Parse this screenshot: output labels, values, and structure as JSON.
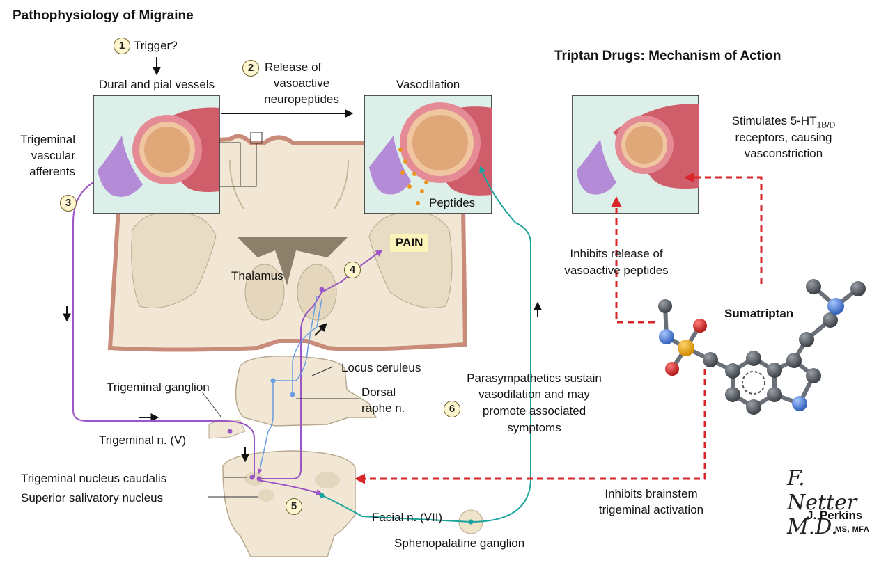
{
  "title": "Pathophysiology of Migraine",
  "triptan_title": "Triptan Drugs: Mechanism of Action",
  "steps": {
    "s1": {
      "num": "1",
      "label": "Trigger?"
    },
    "s2": {
      "num": "2",
      "label_lines": [
        "Release of",
        "vasoactive",
        "neuropeptides"
      ]
    },
    "s3": {
      "num": "3"
    },
    "s4": {
      "num": "4"
    },
    "s5": {
      "num": "5"
    },
    "s6": {
      "num": "6",
      "label_lines": [
        "Parasympathetics sustain",
        "vasodilation and may",
        "promote associated",
        "symptoms"
      ]
    }
  },
  "labels": {
    "dural": "Dural and pial vessels",
    "vasodilation": "Vasodilation",
    "trigeminal_vascular": [
      "Trigeminal",
      "vascular",
      "afferents"
    ],
    "peptides": "Peptides",
    "pain": "PAIN",
    "thalamus": "Thalamus",
    "locus_ceruleus": "Locus ceruleus",
    "dorsal_raphe": [
      "Dorsal",
      "raphe n."
    ],
    "trigeminal_ganglion": "Trigeminal ganglion",
    "trigeminal_nerve": "Trigeminal n. (V)",
    "trigeminal_nucleus": "Trigeminal nucleus caudalis",
    "salivatory": "Superior salivatory nucleus",
    "facial": "Facial n. (VII)",
    "sphenopalatine": "Sphenopalatine ganglion"
  },
  "triptan": {
    "stimulates_main": "Stimulates 5-HT",
    "stimulates_sub": "1B/D",
    "stimulates_rest": [
      "receptors, causing",
      "vasconstriction"
    ],
    "inhibits_release": [
      "Inhibits release of",
      "vasoactive peptides"
    ],
    "sumatriptan": "Sumatriptan",
    "inhibits_brainstem": [
      "Inhibits brainstem",
      "trigeminal activation"
    ]
  },
  "credit": {
    "signature": "F. Netter M.D.",
    "artist": "J. Perkins",
    "degrees": "MS, MFA"
  },
  "colors": {
    "panel_bg": "#dcefe9",
    "vessel": "#cf5d6a",
    "vessel_inner": "#efc6a0",
    "afferent": "#b48bd6",
    "brain": "#f1e7d4",
    "brain_edge": "#c98b7a",
    "teal_path": "#1aa39c",
    "purple_path": "#9b55c4",
    "blue_path": "#6a9ee0",
    "drug_arrow": "#d8262b",
    "pain_bg": "#fbf3b8"
  }
}
